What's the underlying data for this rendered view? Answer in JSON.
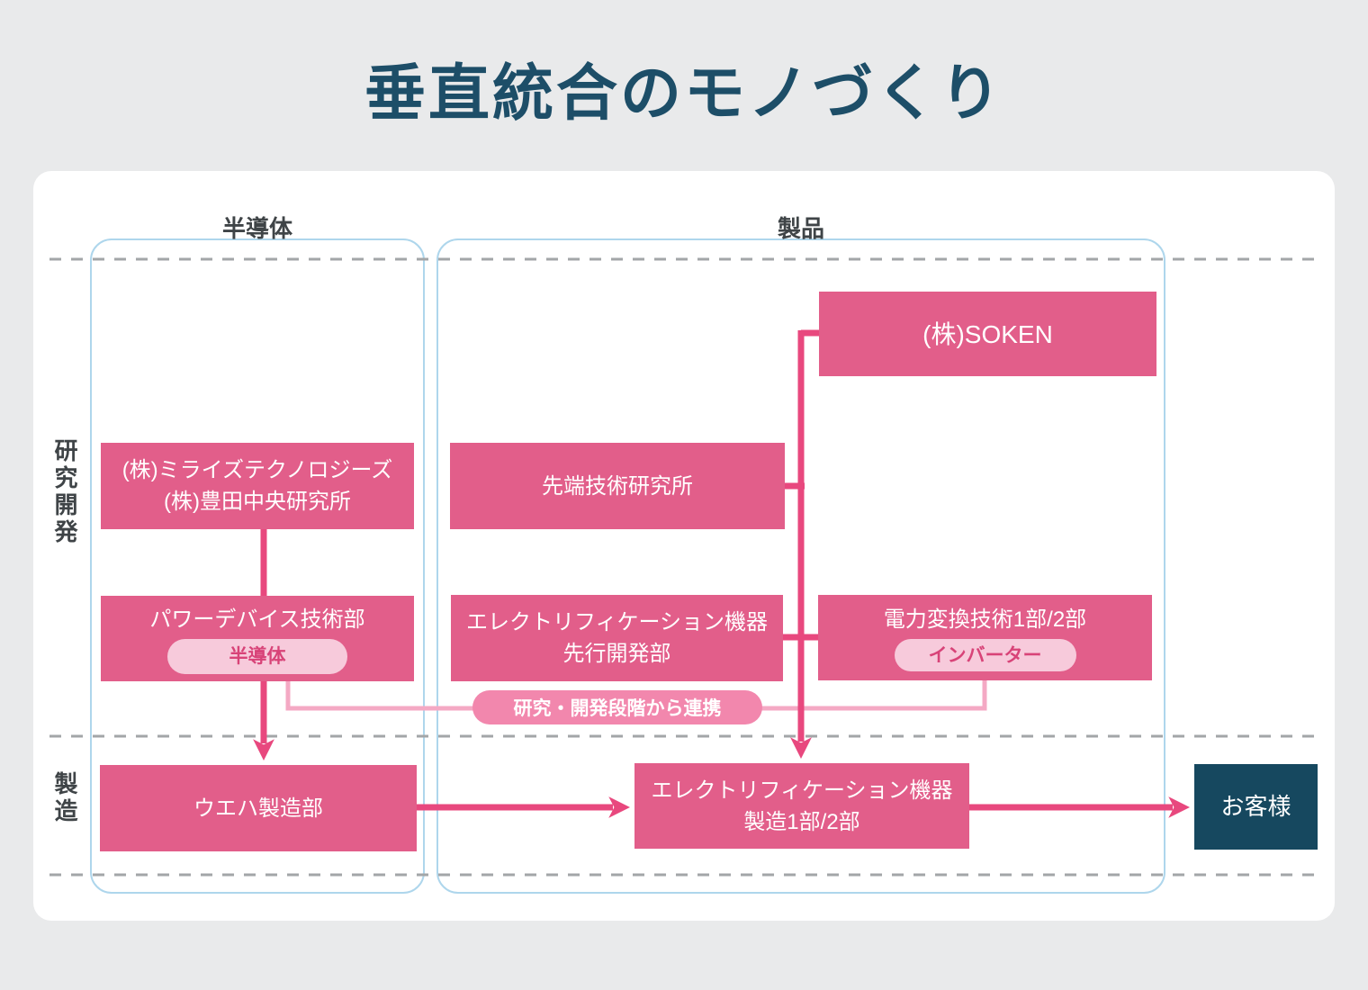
{
  "title": "垂直統合のモノづくり",
  "column_headers": {
    "semiconductor": "半導体",
    "product": "製品"
  },
  "row_labels": {
    "rnd": "研究開発",
    "manufacturing": "製造"
  },
  "nodes": {
    "mirise_line1": "(株)ミライズテクノロジーズ",
    "mirise_line2": "(株)豊田中央研究所",
    "soken": "(株)SOKEN",
    "advanced_research": "先端技術研究所",
    "power_device": "パワーデバイス技術部",
    "power_device_tag": "半導体",
    "elec_dev_line1": "エレクトリフィケーション機器",
    "elec_dev_line2": "先行開発部",
    "power_conversion": "電力変換技術1部/2部",
    "power_conversion_tag": "インバーター",
    "collaboration_note": "研究・開発段階から連携",
    "wafer": "ウエハ製造部",
    "elec_mfg_line1": "エレクトリフィケーション機器",
    "elec_mfg_line2": "製造1部/2部",
    "customer": "お客様"
  },
  "colors": {
    "page_bg": "#e9eaeb",
    "card_bg": "#ffffff",
    "title_navy": "#1d4e68",
    "box_pink": "#e25e8a",
    "arrow_pink": "#e8487e",
    "light_line_pink": "#f4a9c4",
    "tag_pill_bg": "#f7cadb",
    "tag_pill_text": "#d84378",
    "collab_pill_bg": "#f287ad",
    "customer_navy": "#16485f",
    "container_border": "#aed6ec",
    "label_gray": "#3f4447",
    "dash_gray": "#a3a6a8"
  }
}
